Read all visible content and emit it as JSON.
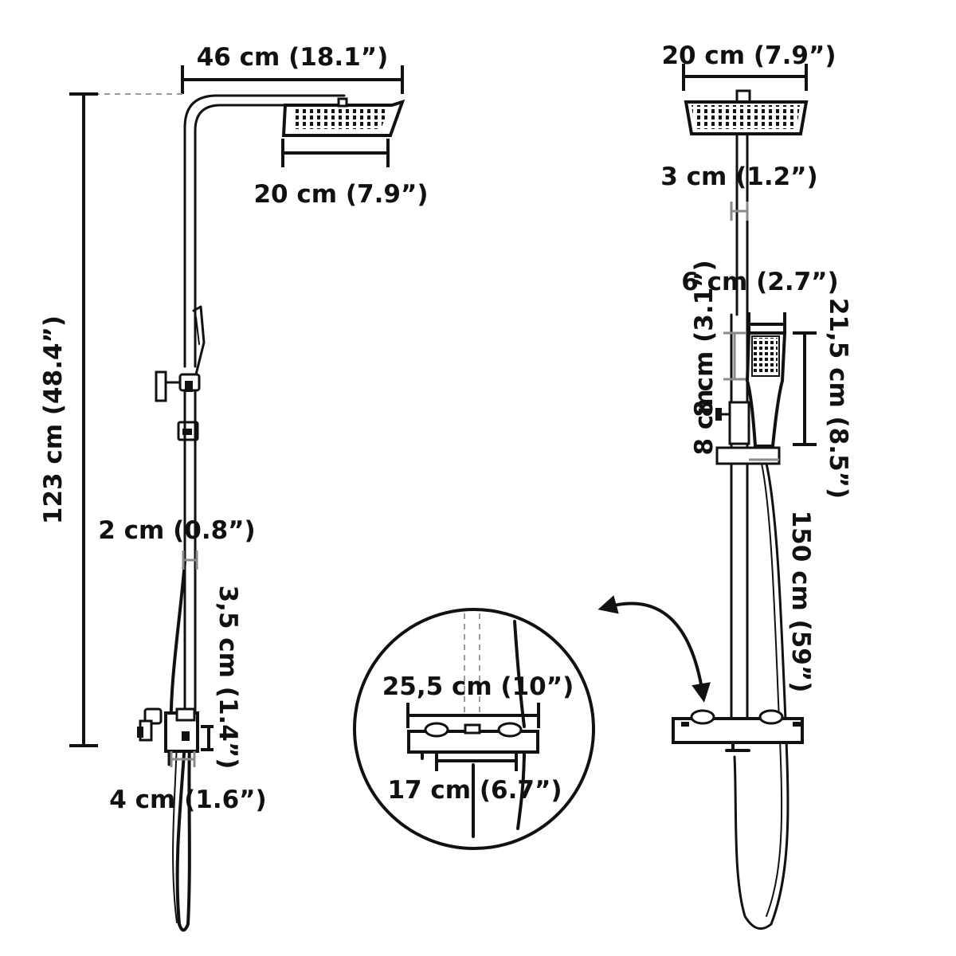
{
  "labels": {
    "left_total_width": "46 cm (18.1”)",
    "left_head_width": "20 cm (7.9”)",
    "left_total_height": "123 cm (48.4”)",
    "left_pipe_diameter": "2 cm (0.8”)",
    "left_mixer_height": "3,5 cm (1.4”)",
    "left_mixer_depth": "4 cm (1.6”)",
    "right_head_width": "20 cm (7.9”)",
    "right_arm_diameter": "3 cm (1.2”)",
    "right_handshower_width": "6 cm (2.7”)",
    "right_handshower_head": "8 cm (3.1”)",
    "right_handshower_length": "21,5 cm (8.5”)",
    "right_hose_length": "150 cm (59”)",
    "zoom_mixer_width": "25,5 cm (10”)",
    "zoom_connection_spacing": "17 cm (6.7”)"
  }
}
